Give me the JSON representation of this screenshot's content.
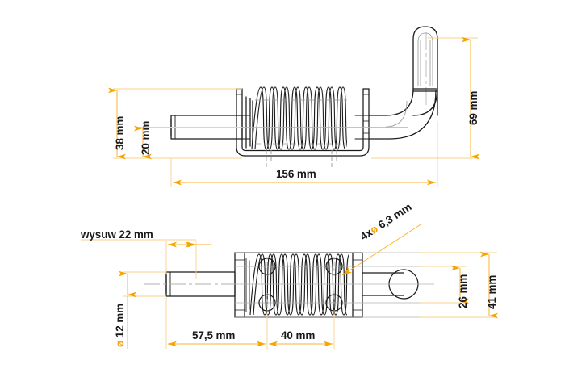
{
  "drawing": {
    "type": "technical-drawing",
    "title": "Spring-loaded barrel bolt latch",
    "views": [
      {
        "name": "side-elevation",
        "position": "top"
      },
      {
        "name": "plan-view",
        "position": "bottom"
      }
    ],
    "units": "mm",
    "colors": {
      "dimension_line": "#F9B233",
      "dimension_line_light": "#FBD08A",
      "arrow": "#F5A500",
      "outline": "#1a1a1a",
      "hidden_line": "#9a9a9a",
      "center_line": "#b0b0b0",
      "background": "#ffffff",
      "text": "#1a1a1a"
    }
  },
  "top_view": {
    "dimensions": {
      "height_total": "38 mm",
      "height_rod_axis": "20 mm",
      "length_total": "156 mm",
      "handle_height": "69 mm"
    }
  },
  "bottom_view": {
    "dimensions": {
      "travel": "wysuw 22 mm",
      "rod_diameter_prefix": "ø",
      "rod_diameter": "12 mm",
      "hole_note_prefix": "4x",
      "hole_note_sym": "ø",
      "hole_note": "6,3 mm",
      "offset_length": "57,5 mm",
      "hole_spacing": "40 mm",
      "plate_inner_width": "26 mm",
      "plate_width": "41 mm"
    }
  }
}
